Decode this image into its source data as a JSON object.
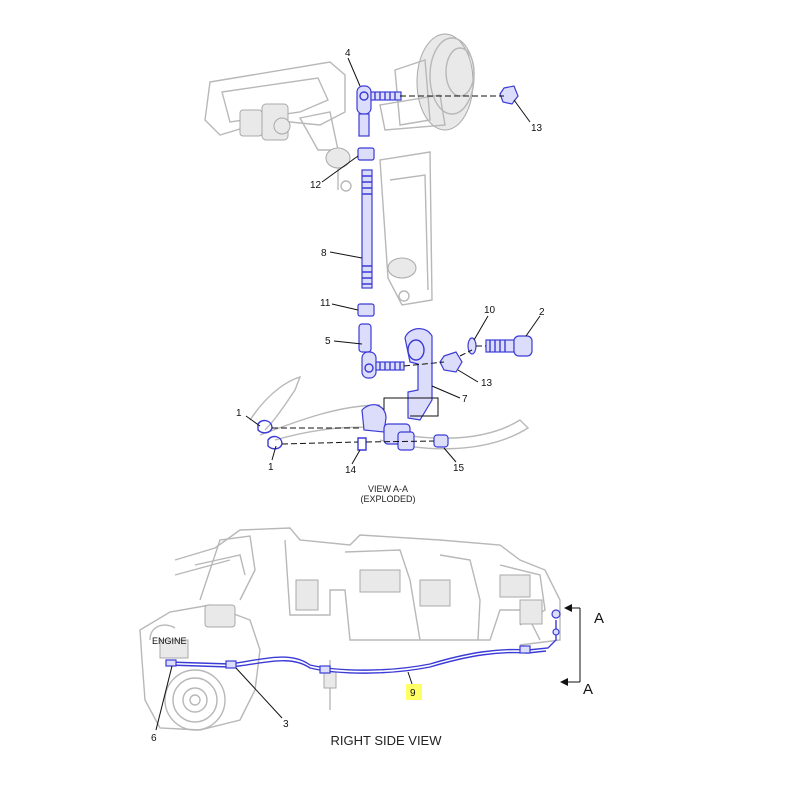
{
  "exploded_view": {
    "caption_line1": "VIEW A-A",
    "caption_line2": "(EXPLODED)",
    "callouts": {
      "c4": "4",
      "c13a": "13",
      "c12": "12",
      "c8": "8",
      "c11": "11",
      "c10": "10",
      "c2": "2",
      "c5": "5",
      "c13b": "13",
      "c7": "7",
      "c1a": "1",
      "c1b": "1",
      "c14": "14",
      "c15": "15"
    }
  },
  "side_view": {
    "title": "RIGHT SIDE VIEW",
    "engine_label": "ENGINE",
    "section_label_top": "A",
    "section_label_bottom": "A",
    "callouts": {
      "c9": "9",
      "c6": "6",
      "c3": "3"
    },
    "highlight_color": "#ffff66"
  },
  "colors": {
    "part_highlight": "#3b3bd6",
    "background_parts": "#b8b8b8"
  }
}
